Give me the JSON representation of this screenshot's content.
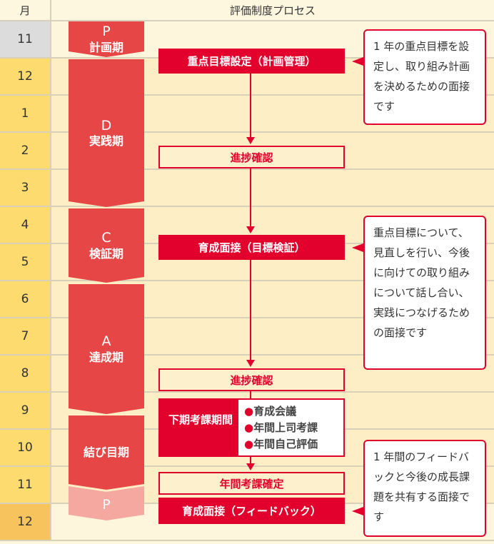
{
  "header": {
    "month": "月",
    "process": "評価制度プロセス"
  },
  "months": [
    "11",
    "12",
    "1",
    "2",
    "3",
    "4",
    "5",
    "6",
    "7",
    "8",
    "9",
    "10",
    "11",
    "12"
  ],
  "phases": [
    {
      "letter": "P",
      "name": "計画期"
    },
    {
      "letter": "D",
      "name": "実践期"
    },
    {
      "letter": "C",
      "name": "検証期"
    },
    {
      "letter": "A",
      "name": "達成期"
    },
    {
      "letter": "",
      "name": "結び目期"
    },
    {
      "letter": "P",
      "name": ""
    }
  ],
  "steps": {
    "goal_setting": "重点目標設定（計画管理）",
    "progress1": "進捗確認",
    "interview_verify": "育成面接（目標検証）",
    "progress2": "進捗確認",
    "eval_period": "下期考課期間",
    "eval_items": [
      "育成会議",
      "年間上司考課",
      "年間自己評価"
    ],
    "annual_confirm": "年間考課確定",
    "interview_feedback": "育成面接（フィードバック）"
  },
  "callouts": [
    "1 年の重点目標を設定し、取り組み計画を決めるための面接です",
    "重点目標について、見直しを行い、今後に向けての取り組みについて話し合い、実践につなげるための面接です",
    "1 年間のフィードバックと今後の成長課題を共有する面接です"
  ],
  "colors": {
    "red": "#e2002d",
    "phase": "#e64646",
    "phase_light": "#f5a8a0",
    "month": "#fddb6f"
  }
}
